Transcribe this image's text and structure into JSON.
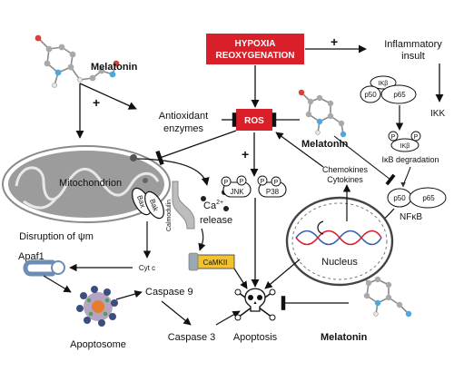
{
  "hypoxia": {
    "line1": "HYPOXIA",
    "line2": "REOXYGENATION"
  },
  "inflammatory": {
    "line1": "Inflammatory",
    "line2": "insult"
  },
  "plus": "+",
  "minus": "–",
  "melatonin": "Melatonin",
  "antioxidant": {
    "line1": "Antioxidant",
    "line2": "enzymes"
  },
  "ros": "ROS",
  "ikk": "IKK",
  "ikb": "IKβ",
  "p50": "p50",
  "p65": "p65",
  "p": "P",
  "ikb_degradation": "IκB degradation",
  "nfkb": "NFκB",
  "mitochondrion": "Mitochondrion",
  "disruption": "Disruption of ψm",
  "bax": "Bax",
  "bak": "Bak",
  "calmodulin": "Calmodulin",
  "ca_release": {
    "ion": "Ca",
    "charge": "2+",
    "word": "release"
  },
  "camkii": "CaMKII",
  "jnk": "JNK",
  "p38": "P38",
  "chemokines": "Chemokines",
  "cytokines": "Cytokines",
  "nucleus": "Nucleus",
  "apaf1": "Apaf1",
  "cytc": "Cyt c",
  "caspase9": "Caspase 9",
  "caspase3": "Caspase 3",
  "apoptosome": "Apoptosome",
  "apoptosis": "Apoptosis",
  "colors": {
    "red": "#d9202a",
    "mito_gray": "#9c9c9c",
    "camkii_yellow": "#f2c230",
    "apaf_blue": "#6e8db5"
  }
}
